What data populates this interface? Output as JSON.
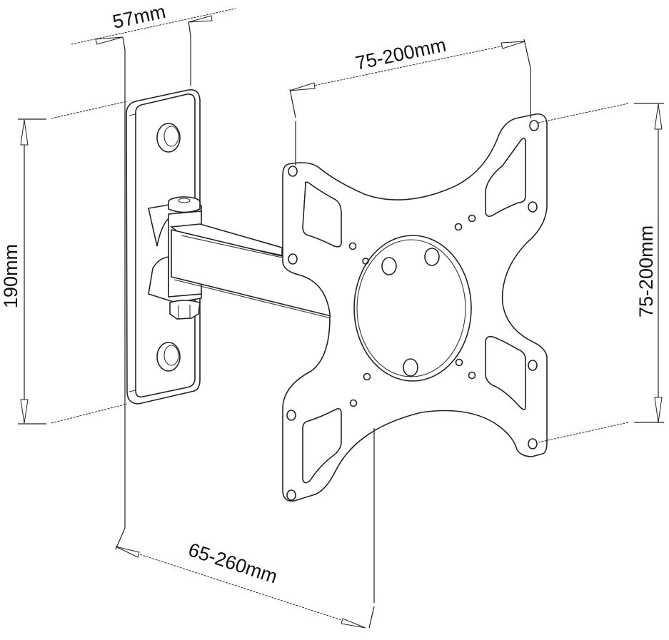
{
  "diagram": {
    "subject": "Swivel TV wall mount bracket",
    "colors": {
      "line": "#222222",
      "background": "#ffffff"
    },
    "components": {
      "wall_plate": "wall-plate",
      "arm": "swivel-arm",
      "pivot": "pivot-bolt-nut",
      "vesa_plate": "vesa-mounting-plate"
    },
    "dimensions": {
      "wall_plate_width": {
        "label": "57mm"
      },
      "wall_plate_height": {
        "label": "190mm"
      },
      "vesa_horizontal": {
        "label": "75-200mm"
      },
      "vesa_vertical": {
        "label": "75-200mm"
      },
      "wall_distance": {
        "label": "65-260mm"
      }
    }
  }
}
